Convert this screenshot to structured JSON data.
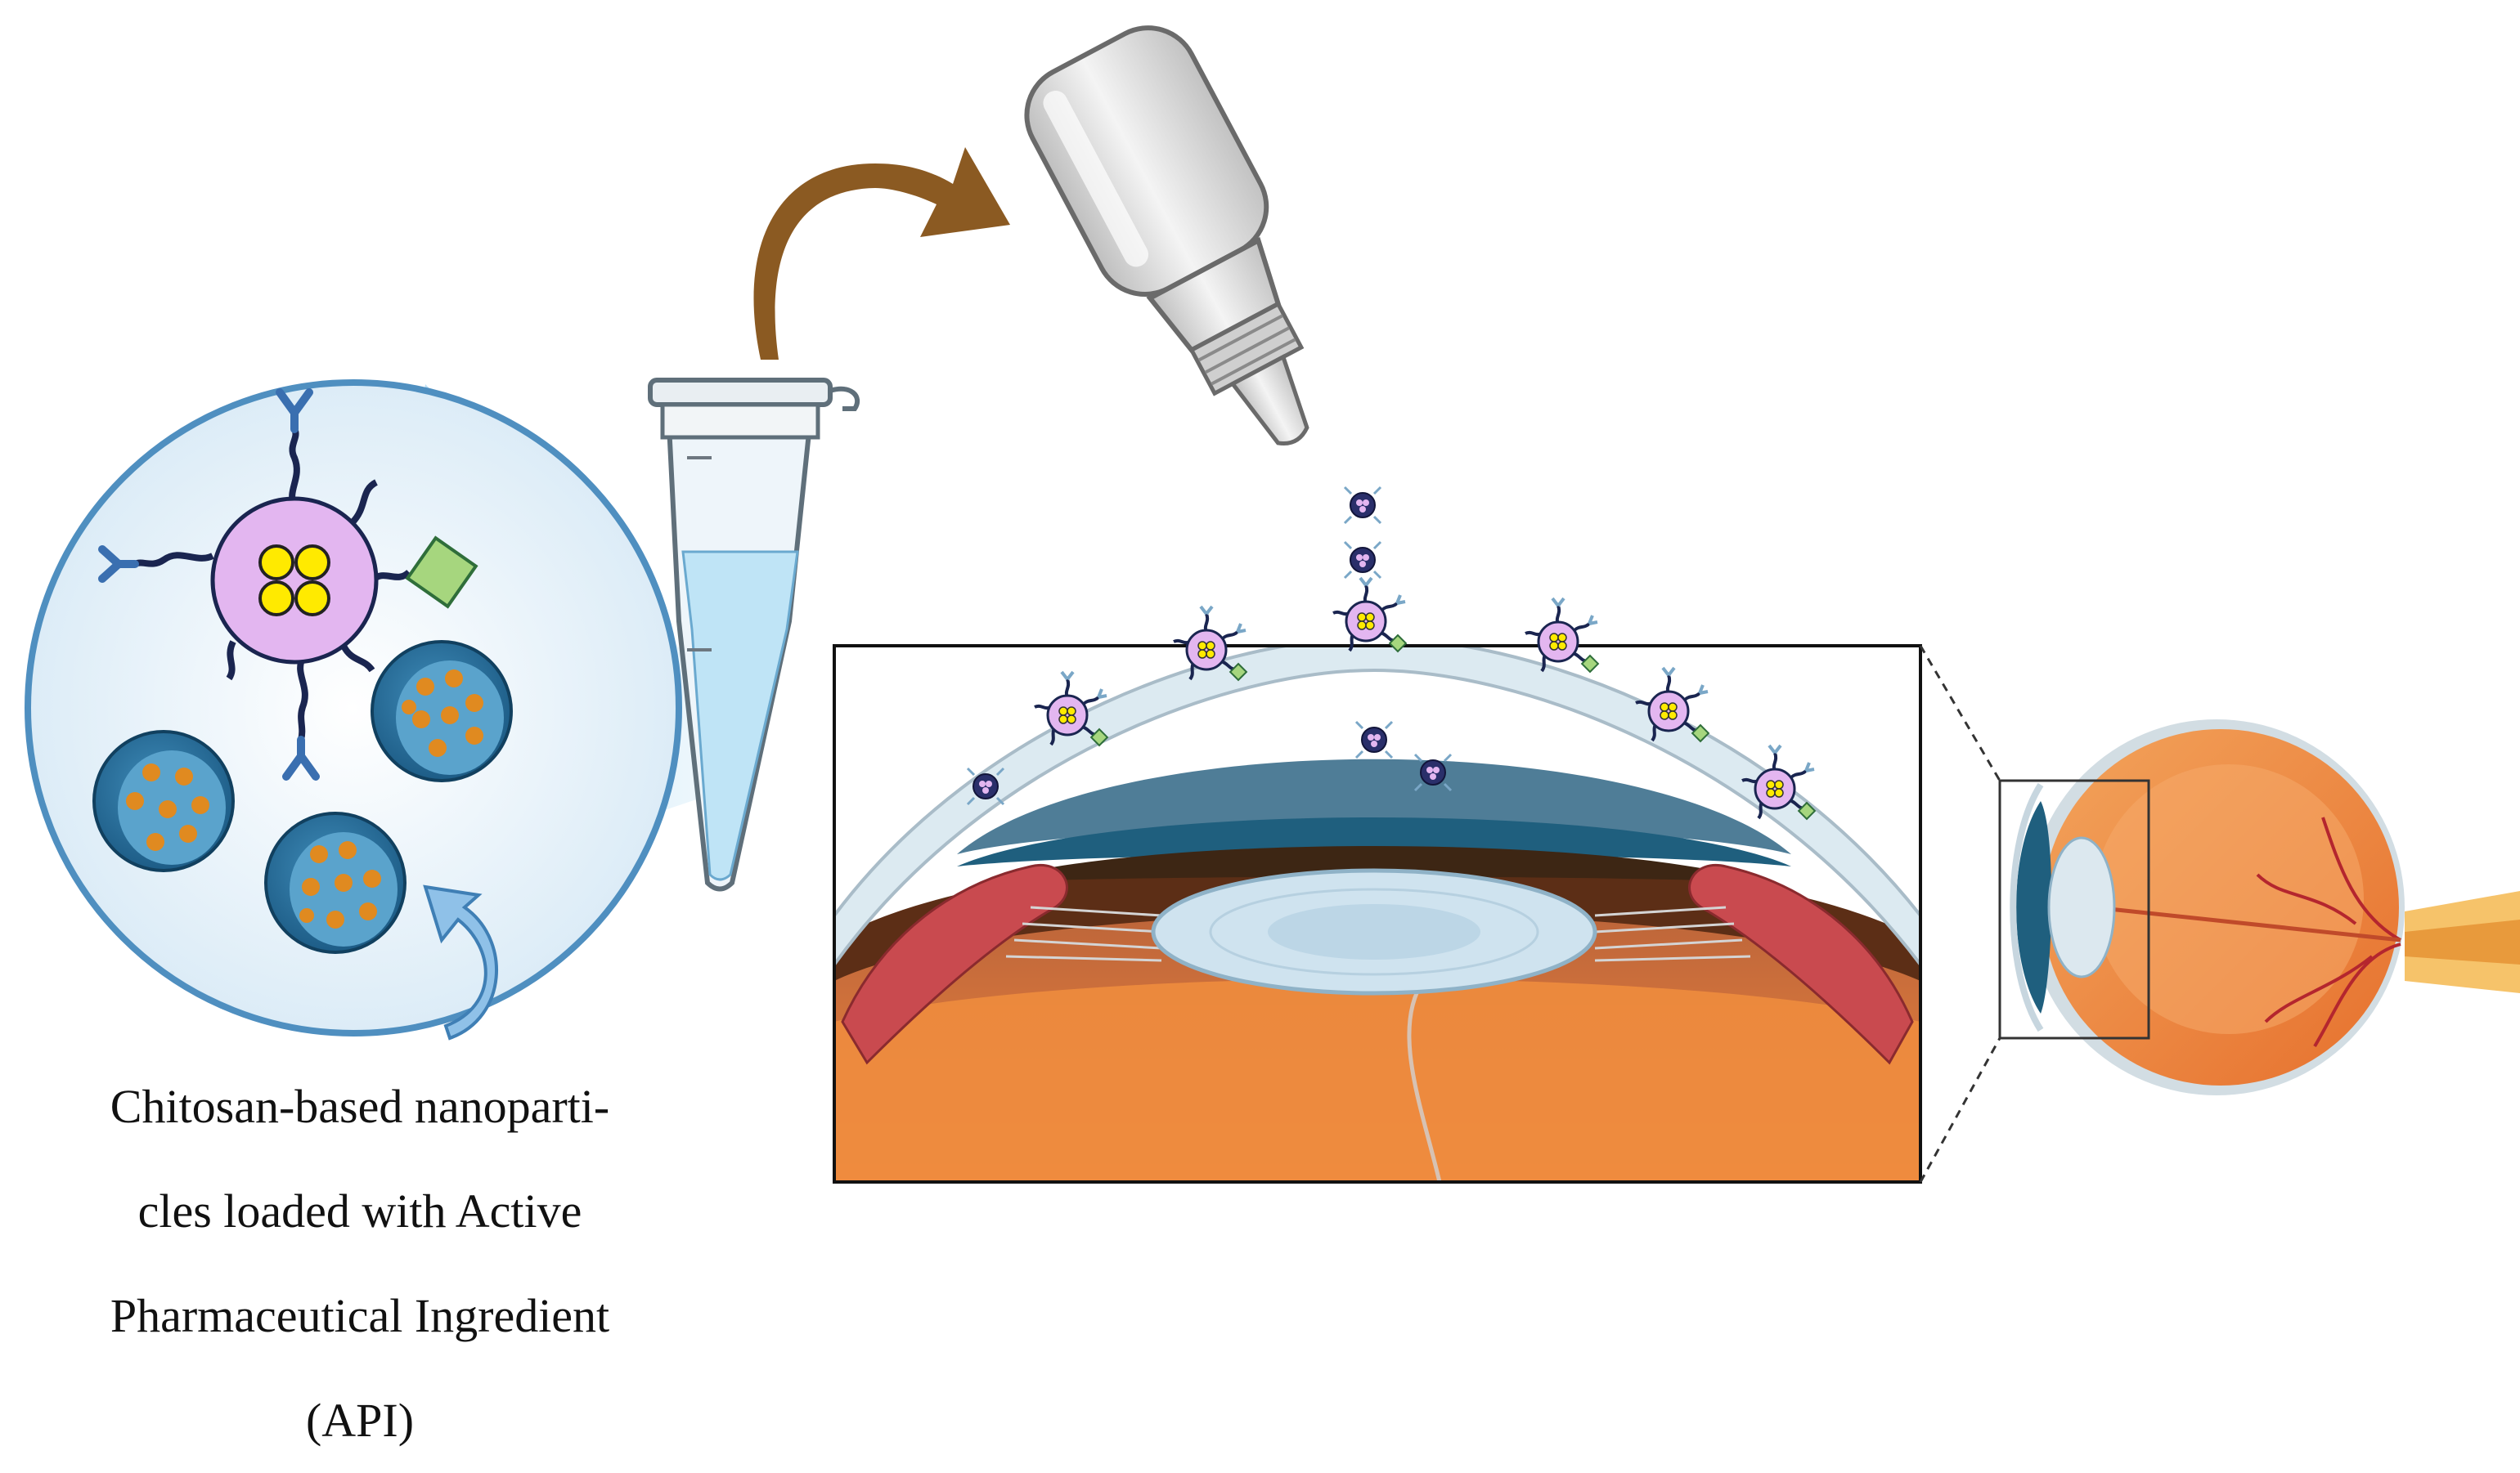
{
  "caption": {
    "lines": [
      "Chitosan-based nanoparti-",
      "cles loaded with Active",
      "Pharmaceutical Ingredient",
      "(API)"
    ]
  },
  "colors": {
    "nanoparticle": "#e3b6f0",
    "payload": "#ffea00",
    "ligand": "#a6d67e",
    "chitosan_shell": "#2b6f99",
    "drug_dot": "#e08a20",
    "arrow": "#8b5a22",
    "solution": "#bfe4f6",
    "eye_orange": "#ee8c3e",
    "cornea": "#dceaf1",
    "ciliary": "#c94a4f"
  },
  "icons": [
    "zoom-circle-icon",
    "functionalized-nanoparticle-icon",
    "chitosan-nanoparticle-icon",
    "curved-arrow-icon",
    "microtube-icon",
    "eye-drop-bottle-icon",
    "eye-anterior-section-icon",
    "whole-eye-icon"
  ]
}
